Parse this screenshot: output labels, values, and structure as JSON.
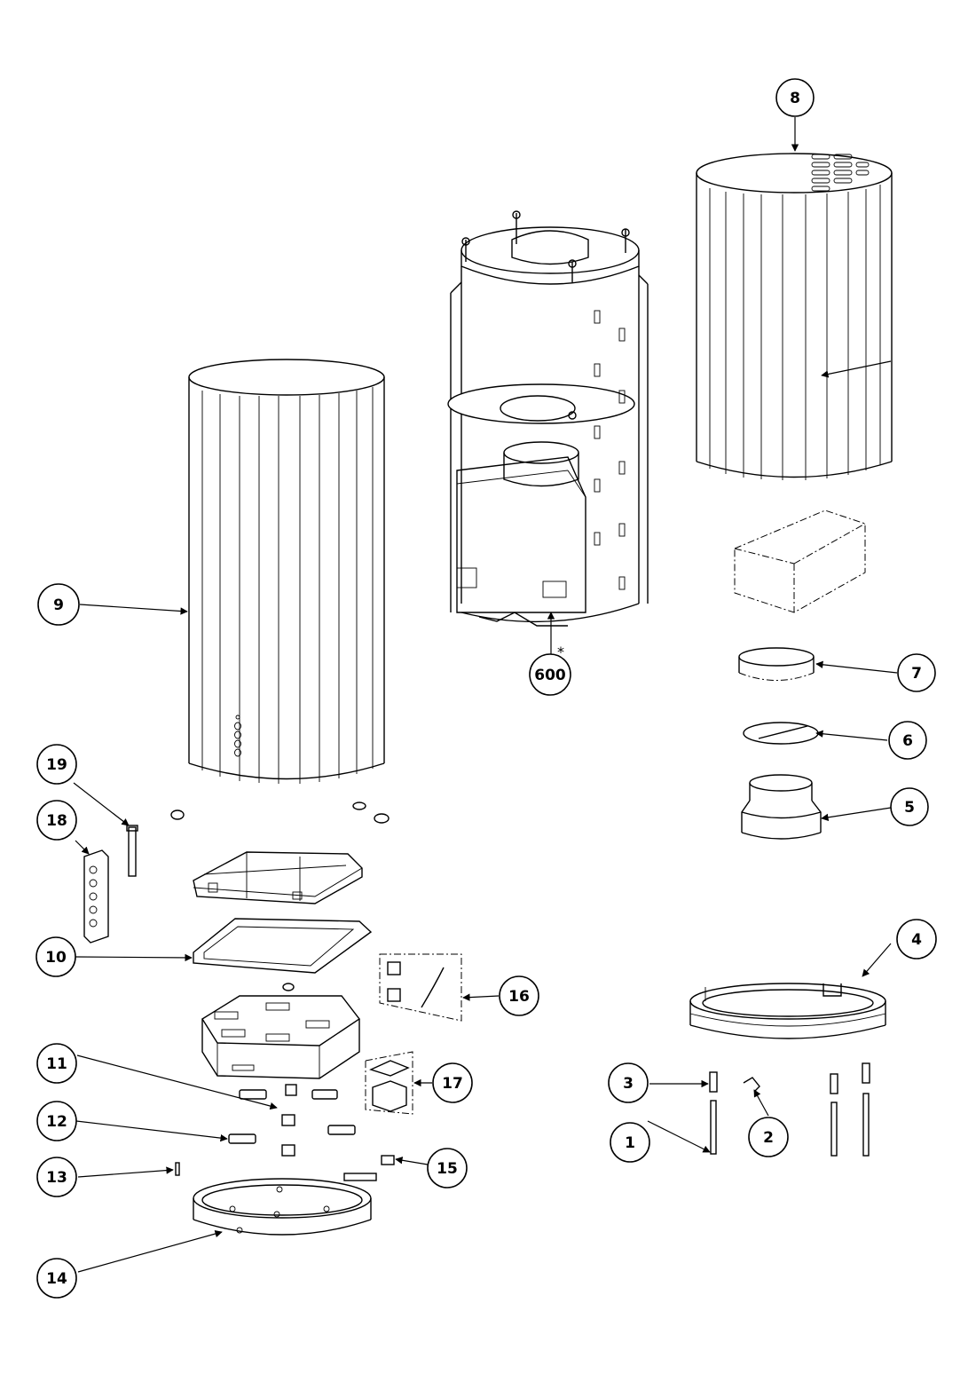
{
  "diagram": {
    "callouts": [
      {
        "id": "c1",
        "label": "1"
      },
      {
        "id": "c2",
        "label": "2"
      },
      {
        "id": "c3",
        "label": "3"
      },
      {
        "id": "c4",
        "label": "4"
      },
      {
        "id": "c5",
        "label": "5"
      },
      {
        "id": "c6",
        "label": "6"
      },
      {
        "id": "c7",
        "label": "7"
      },
      {
        "id": "c8",
        "label": "8"
      },
      {
        "id": "c9",
        "label": "9"
      },
      {
        "id": "c10",
        "label": "10"
      },
      {
        "id": "c11",
        "label": "11"
      },
      {
        "id": "c12",
        "label": "12"
      },
      {
        "id": "c13",
        "label": "13"
      },
      {
        "id": "c14",
        "label": "14"
      },
      {
        "id": "c15",
        "label": "15"
      },
      {
        "id": "c16",
        "label": "16"
      },
      {
        "id": "c17",
        "label": "17"
      },
      {
        "id": "c18",
        "label": "18"
      },
      {
        "id": "c19",
        "label": "19"
      },
      {
        "id": "c600",
        "label": "600"
      }
    ],
    "asterisk": "*"
  }
}
